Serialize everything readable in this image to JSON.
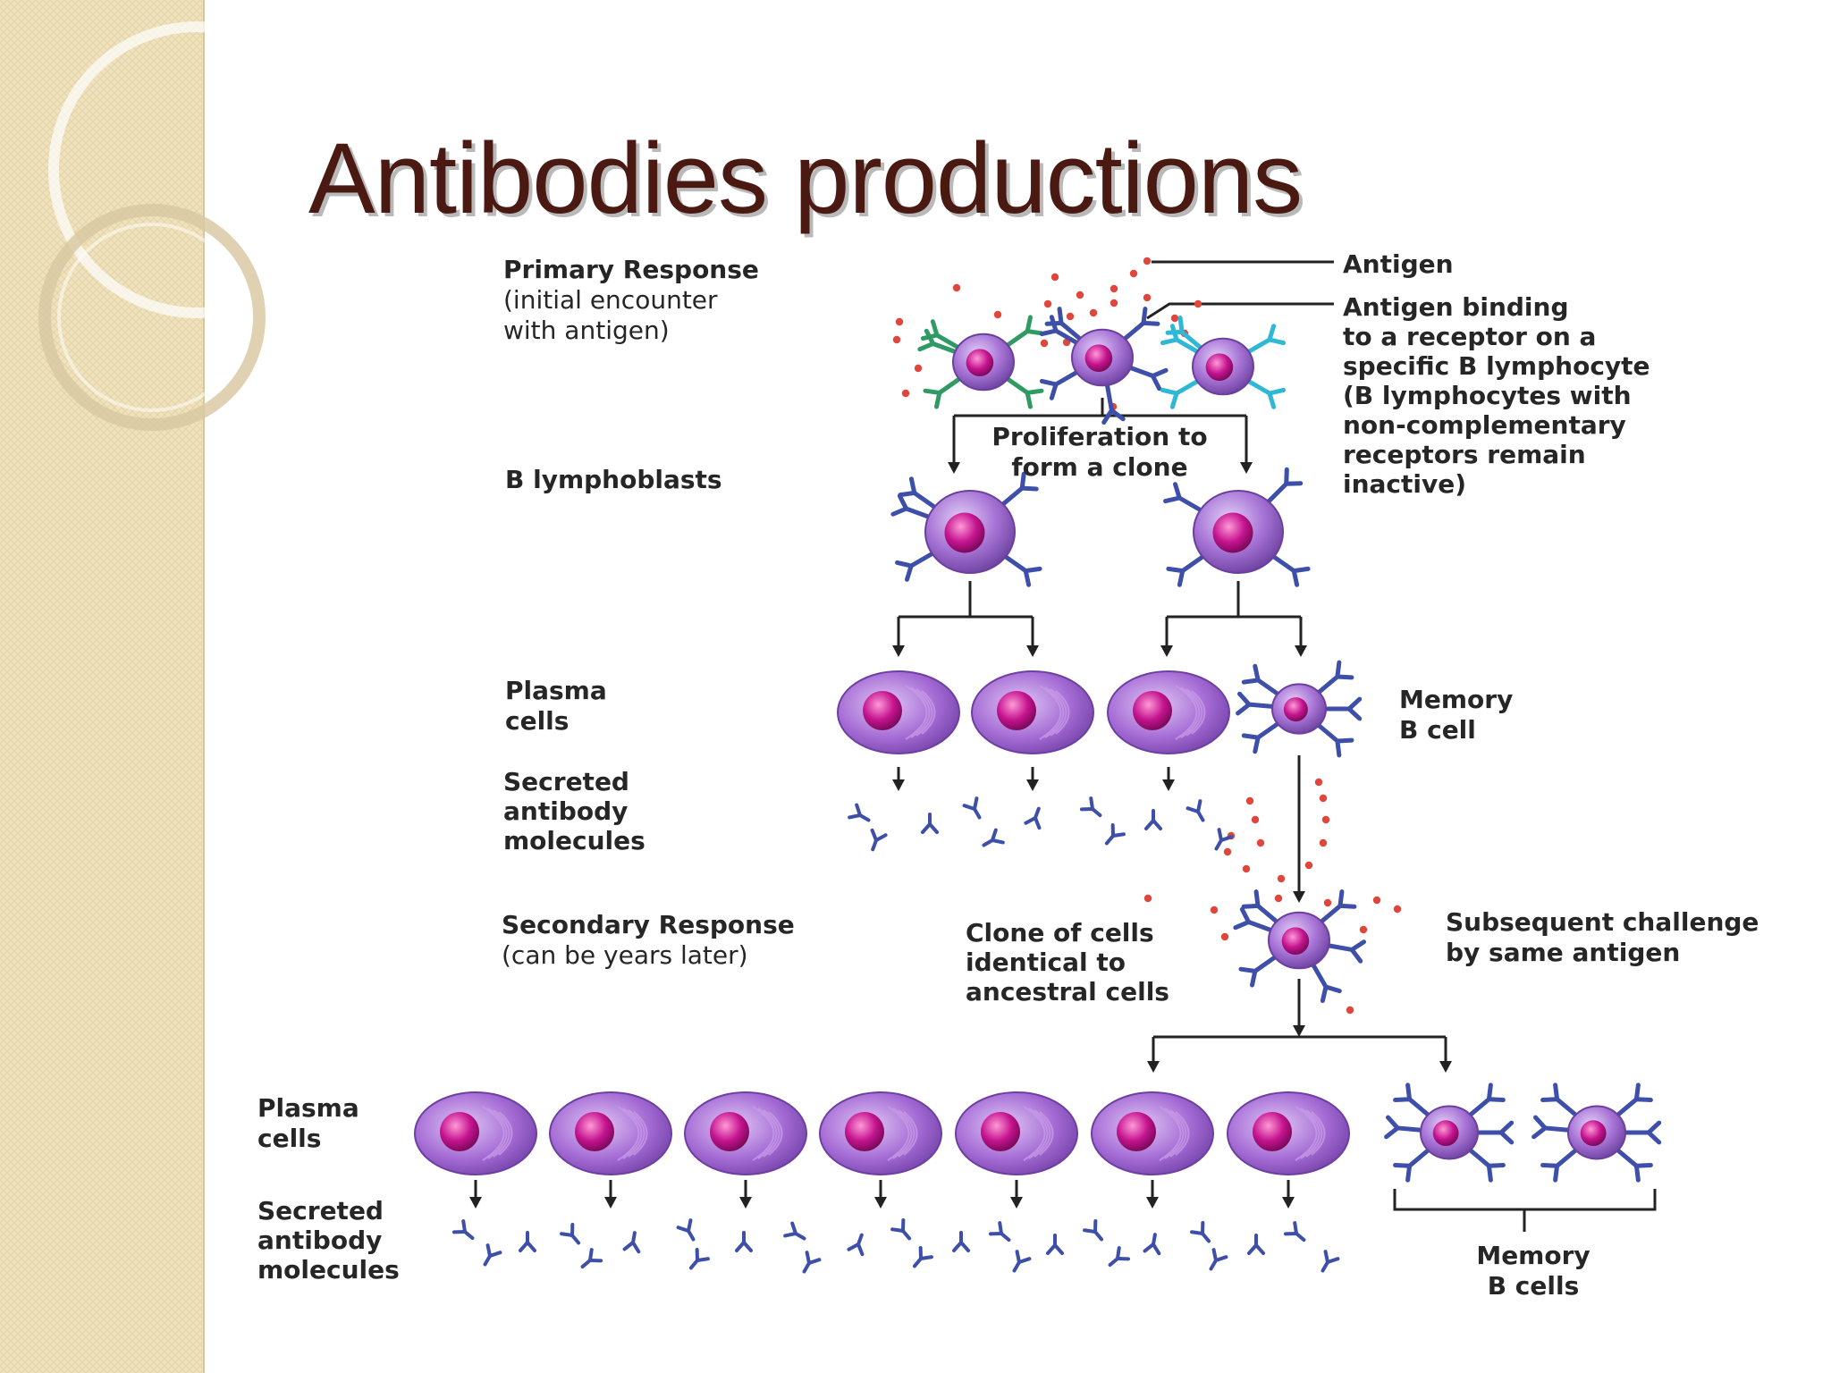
{
  "slide": {
    "title": "Antibodies productions",
    "colors": {
      "title": "#4a1a12",
      "sidebar": "#efe2bd",
      "cell_body": "#9b5fcf",
      "nucleus": "#c4138f",
      "antibody": "#3d4fa8",
      "antigen": "#e0463b",
      "receptor_green": "#2f9a63",
      "receptor_cyan": "#2fb7d6",
      "arrow": "#222222"
    }
  },
  "diagram": {
    "primary_heading": "Primary Response",
    "primary_sub_1": "(initial encounter",
    "primary_sub_2": "with antigen)",
    "antigen_label": "Antigen",
    "binding_1": "Antigen binding",
    "binding_2": "to a receptor on a",
    "binding_3": "specific B lymphocyte",
    "binding_4": "(B lymphocytes with",
    "binding_5": "non-complementary",
    "binding_6": "receptors remain",
    "binding_7": "inactive)",
    "proliferation_1": "Proliferation to",
    "proliferation_2": "form a clone",
    "b_lymphoblasts": "B lymphoblasts",
    "plasma_1": "Plasma",
    "plasma_2": "cells",
    "memory_1": "Memory",
    "memory_2": "B cell",
    "secreted_1": "Secreted",
    "secreted_2": "antibody",
    "secreted_3": "molecules",
    "secondary_heading": "Secondary Response",
    "secondary_sub": "(can be years later)",
    "clone_1": "Clone of cells",
    "clone_2": "identical to",
    "clone_3": "ancestral cells",
    "challenge_1": "Subsequent challenge",
    "challenge_2": "by same antigen",
    "plasma2_1": "Plasma",
    "plasma2_2": "cells",
    "secreted2_1": "Secreted",
    "secreted2_2": "antibody",
    "secreted2_3": "molecules",
    "memory_cells_1": "Memory",
    "memory_cells_2": "B cells"
  }
}
